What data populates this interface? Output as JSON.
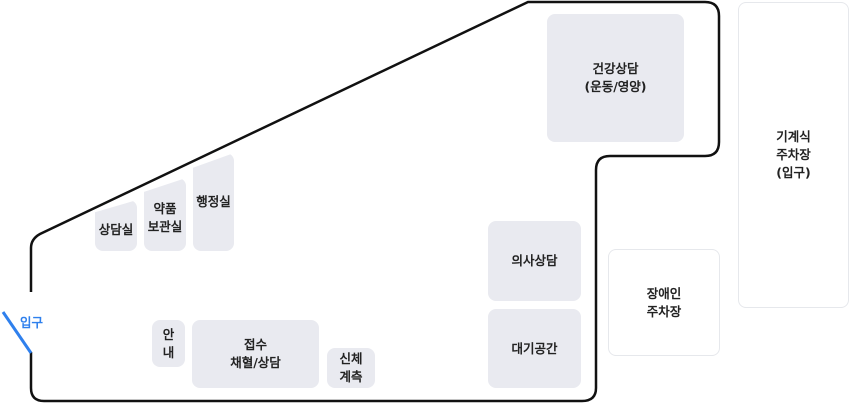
{
  "entrance": {
    "label": "입구",
    "color": "#2f80ed"
  },
  "rooms": {
    "counsel": {
      "label": "상담실"
    },
    "pharmacy": {
      "line1": "약품",
      "line2": "보관실"
    },
    "admin": {
      "label": "행정실"
    },
    "health": {
      "line1": "건강상담",
      "line2": "(운동/영양)"
    },
    "doctor": {
      "label": "의사상담"
    },
    "waiting": {
      "label": "대기공간"
    },
    "info": {
      "line1": "안",
      "line2": "내"
    },
    "reception": {
      "line1": "접수",
      "line2": "채혈/상담"
    },
    "body_measure": {
      "line1": "신체",
      "line2": "계측"
    }
  },
  "parking": {
    "disabled": {
      "line1": "장애인",
      "line2": "주차장"
    },
    "mechanical": {
      "line1": "기계식",
      "line2": "주차장",
      "line3": "(입구)"
    }
  },
  "colors": {
    "room_fill": "#e9eaf0",
    "wall": "#111111"
  }
}
